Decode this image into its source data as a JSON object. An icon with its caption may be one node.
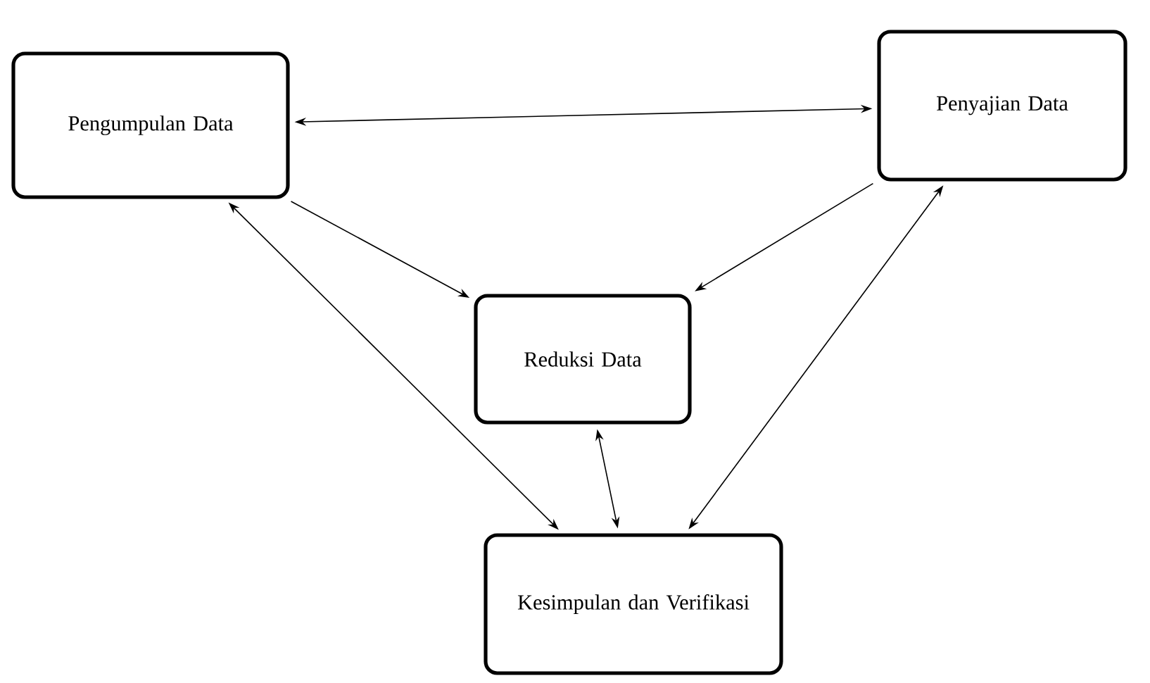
{
  "diagram": {
    "nodes": [
      {
        "text": [
          "Pengumpulan Data"
        ]
      },
      {
        "text": [
          "Penyajian Data"
        ]
      },
      {
        "text": [
          "Reduksi Data"
        ]
      },
      {
        "text": [
          "Kesimpulan dan Verifikasi"
        ]
      }
    ],
    "edges": [
      {
        "from": 0,
        "to": 1,
        "arrow": "both"
      },
      {
        "from": 0,
        "to": 2,
        "arrow": "to"
      },
      {
        "from": 1,
        "to": 2,
        "arrow": "to"
      },
      {
        "from": 2,
        "to": 3,
        "arrow": "both"
      },
      {
        "from": 0,
        "to": 3,
        "arrow": "both"
      },
      {
        "from": 1,
        "to": 3,
        "arrow": "both"
      }
    ]
  }
}
